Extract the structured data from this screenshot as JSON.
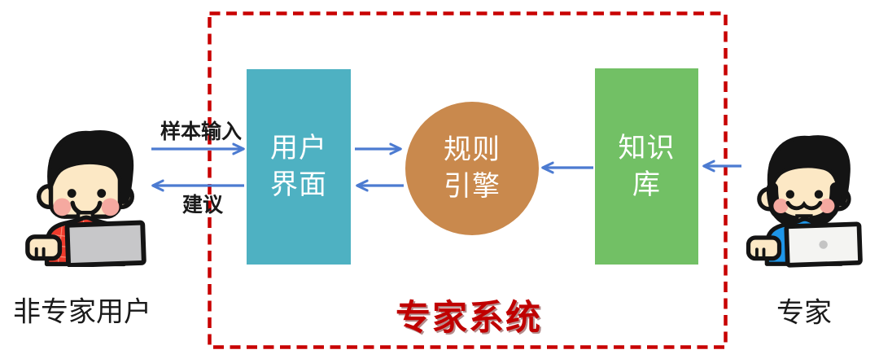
{
  "title": {
    "text": "专家系统"
  },
  "actors": {
    "non_expert": {
      "label": "非专家用户"
    },
    "expert": {
      "label": "专家"
    }
  },
  "nodes": {
    "user_interface": {
      "label": "用户\n界面",
      "color": "#4EB1C2"
    },
    "rule_engine": {
      "label": "规则\n引擎",
      "color": "#C9894D"
    },
    "knowledge_base": {
      "label": "知识\n库",
      "color": "#72C065"
    }
  },
  "flows": {
    "sample_input": {
      "label": "样本输入"
    },
    "suggestion": {
      "label": "建议"
    }
  },
  "colors": {
    "arrow": "#4C7BD1",
    "system_border": "#C80000",
    "title_text": "#C00000"
  }
}
